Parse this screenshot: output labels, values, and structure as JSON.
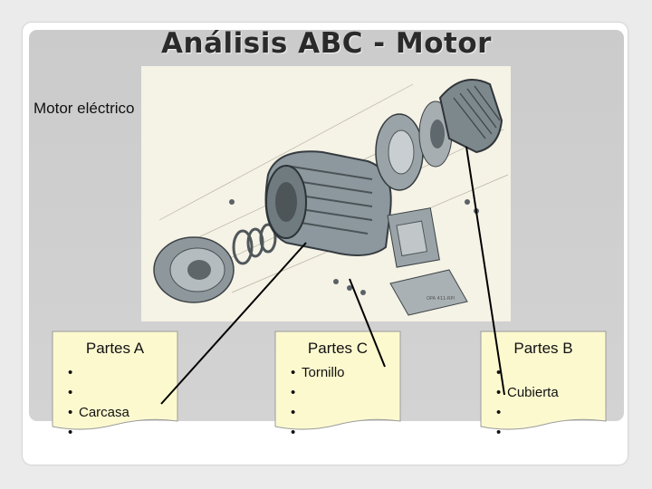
{
  "slide": {
    "title": "Análisis ABC - Motor",
    "subtitle": "Motor eléctrico"
  },
  "image": {
    "caption": "Exploded view of an electric motor (parts diagram)"
  },
  "boxes": [
    {
      "id": "a",
      "title": "Partes A",
      "items": [
        "",
        "",
        "Carcasa",
        ""
      ]
    },
    {
      "id": "c",
      "title": "Partes C",
      "items": [
        "Tornillo",
        "",
        "",
        ""
      ]
    },
    {
      "id": "b",
      "title": "Partes B",
      "items": [
        "",
        "Cubierta",
        "",
        ""
      ]
    }
  ],
  "bullet_char": "•",
  "colors": {
    "background": "#ebebeb",
    "slide_inner": "#cfcfcf",
    "box_fill": "#fdf9cf",
    "connector": "#000000"
  }
}
